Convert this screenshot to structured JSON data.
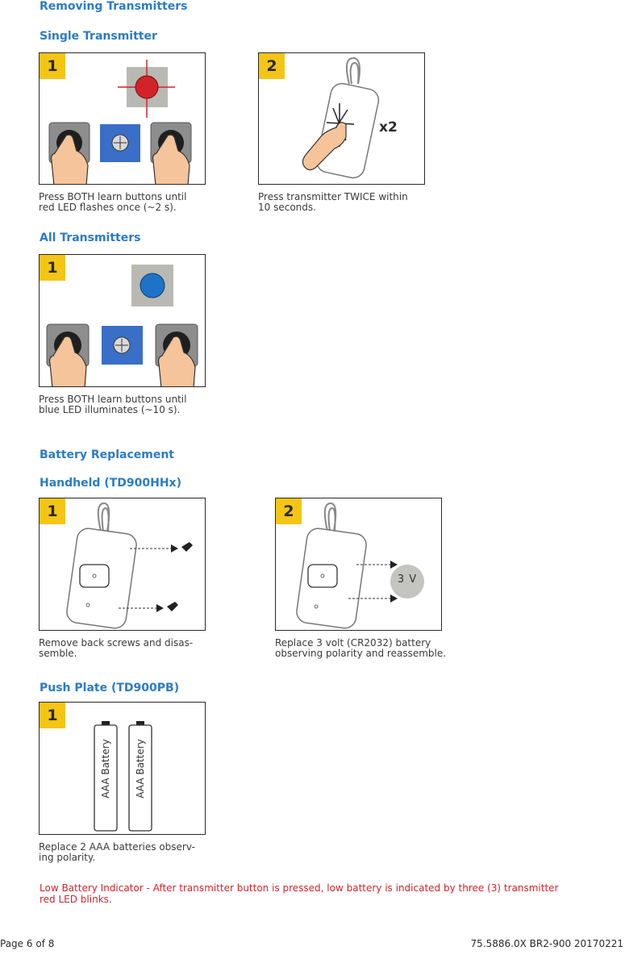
{
  "sections": {
    "removing": "Removing Transmitters",
    "single": "Single Transmitter",
    "all": "All Transmitters",
    "battery": "Battery Replacement",
    "handheld": "Handheld (TD900HHx)",
    "pushplate": "Push Plate (TD900PB)"
  },
  "steps": {
    "single_1": {
      "num": "1",
      "caption": [
        "Press BOTH learn buttons until",
        "red LED flashes once (~2 s)."
      ]
    },
    "single_2": {
      "num": "2",
      "caption": [
        "Press transmitter TWICE within",
        "10 seconds."
      ],
      "label": "x2"
    },
    "all_1": {
      "num": "1",
      "caption": [
        "Press BOTH learn buttons until",
        "blue LED illuminates (~10 s)."
      ]
    },
    "hh_1": {
      "num": "1",
      "caption": [
        "Remove back screws and disas-",
        "semble."
      ]
    },
    "hh_2": {
      "num": "2",
      "caption": [
        "Replace 3 volt (CR2032) battery",
        "observing polarity and reassemble."
      ],
      "label": "3 V"
    },
    "pp_1": {
      "num": "1",
      "caption": [
        "Replace 2 AAA batteries observ-",
        "ing polarity."
      ],
      "battery_label": "AAA Battery"
    }
  },
  "warning": [
    "Low Battery Indicator - After transmitter button is pressed, low battery is indicated by three (3) transmitter",
    "red LED blinks."
  ],
  "footer": {
    "page": "Page 6 of 8",
    "doc": "75.5886.0X BR2-900 20170221"
  },
  "colors": {
    "heading": "#2b7cc3",
    "step_badge": "#f5c515",
    "warning": "#d2232a",
    "led_red": "#d2232a",
    "led_blue": "#1e73c8"
  }
}
